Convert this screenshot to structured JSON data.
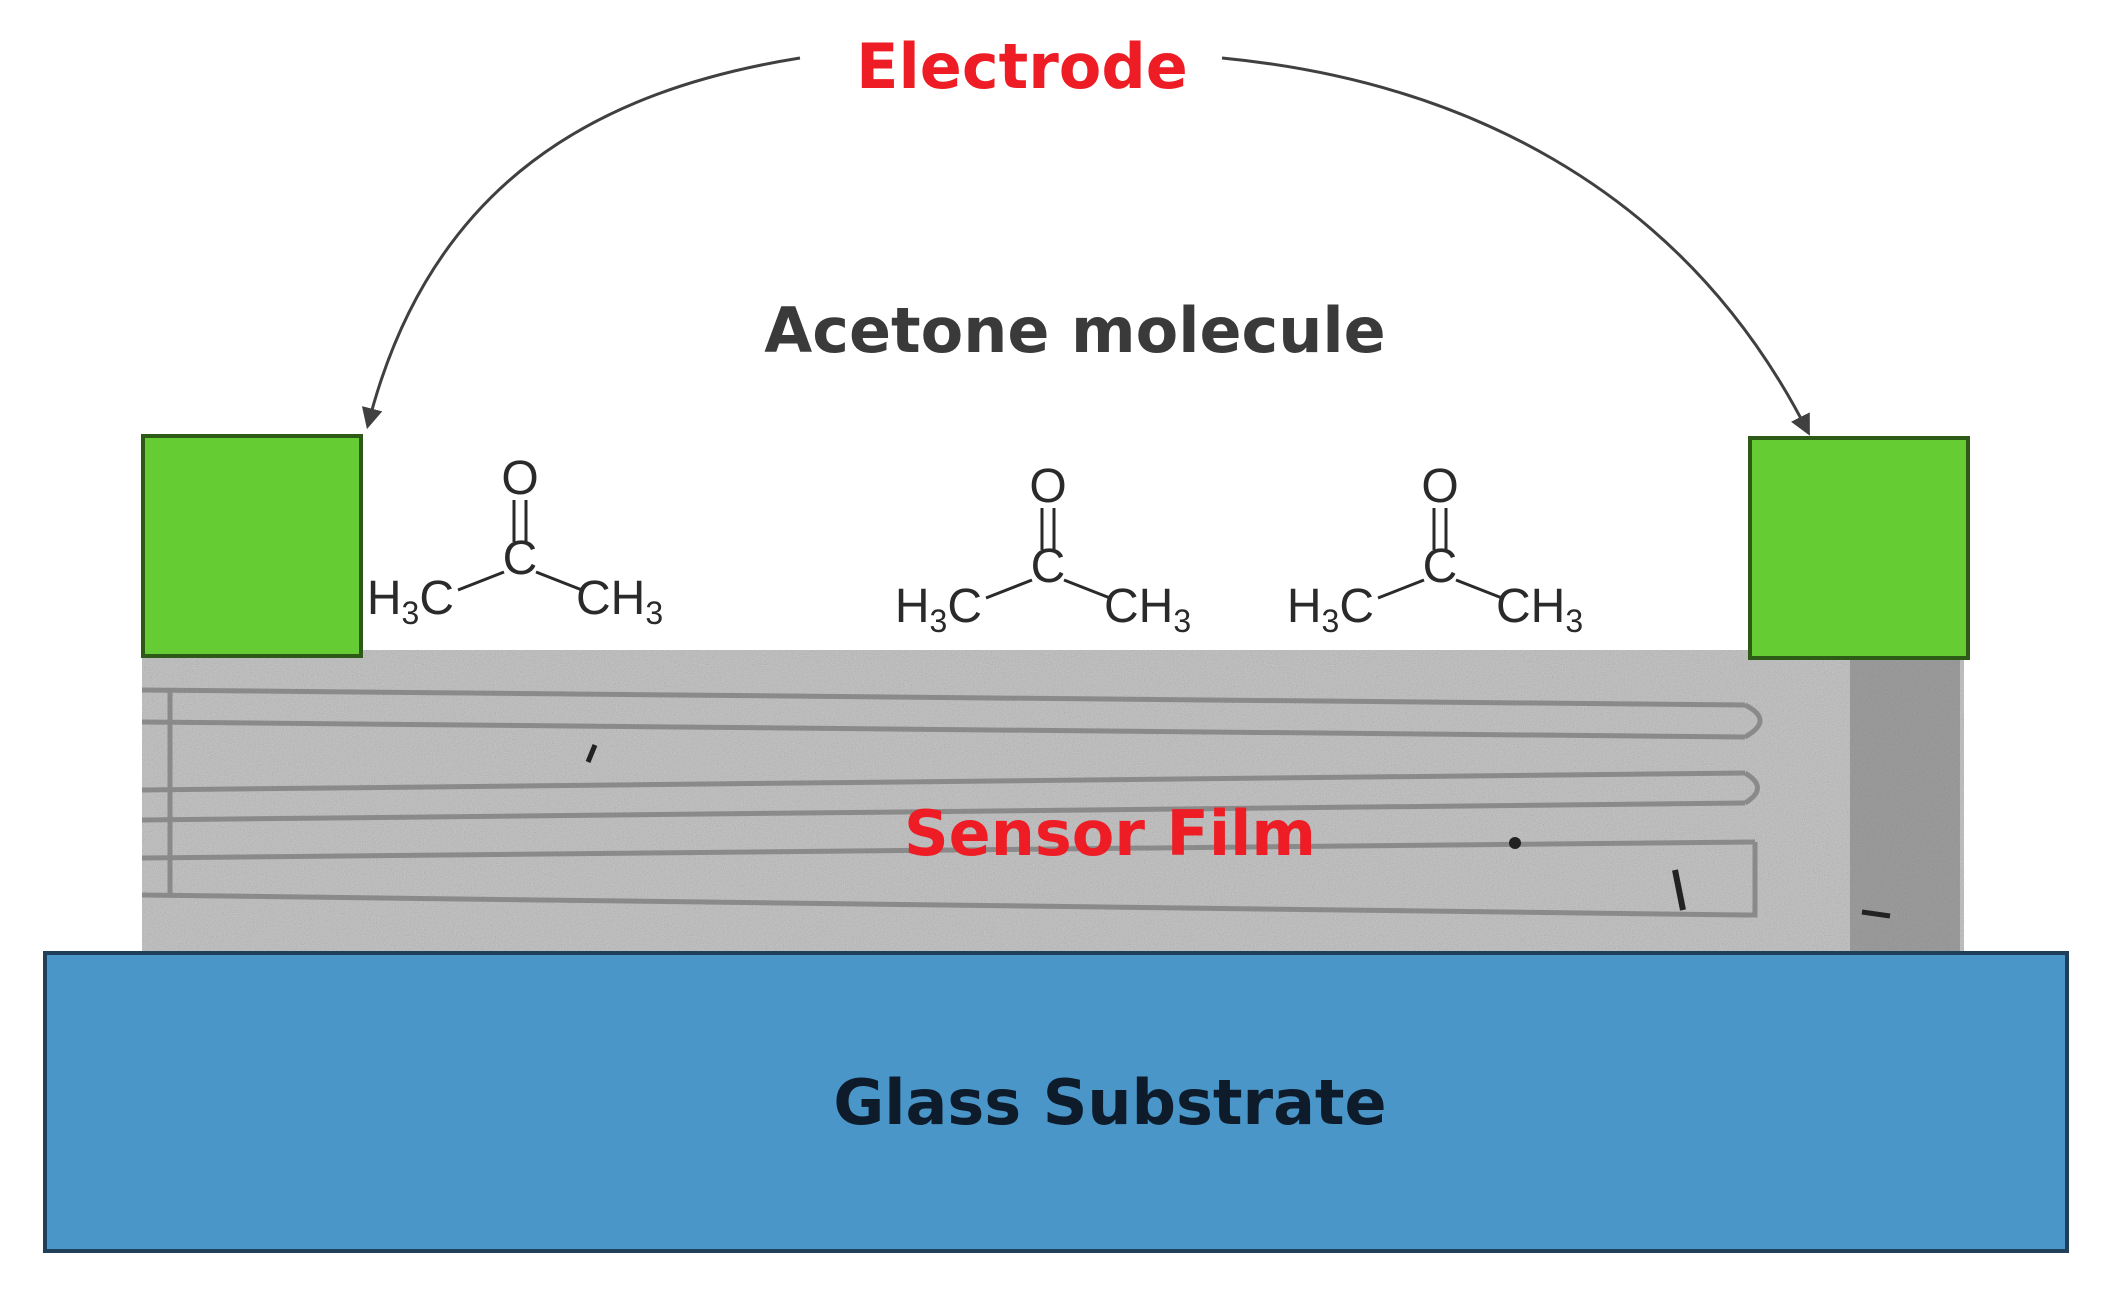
{
  "labels": {
    "electrode": "Electrode",
    "acetone_molecule": "Acetone molecule",
    "sensor_film": "Sensor Film",
    "glass_substrate": "Glass Substrate"
  },
  "molecule": {
    "oxygen": "O",
    "carbon": "C",
    "left_group_h": "H",
    "left_group_sub": "3",
    "left_group_c": "C",
    "right_group_ch": "CH",
    "right_group_sub": "3"
  },
  "colors": {
    "electrode_fill": "#66cc33",
    "electrode_stroke": "#2e5a18",
    "substrate_fill": "#4a96c8",
    "substrate_stroke": "#1f3f5a",
    "label_red": "#ee1c24",
    "label_dark": "#3a3a3a",
    "substrate_text": "#0d1b2a",
    "arrow": "#404040",
    "film_base": "#c8c8c8",
    "film_stripe": "#7a7a7a"
  }
}
